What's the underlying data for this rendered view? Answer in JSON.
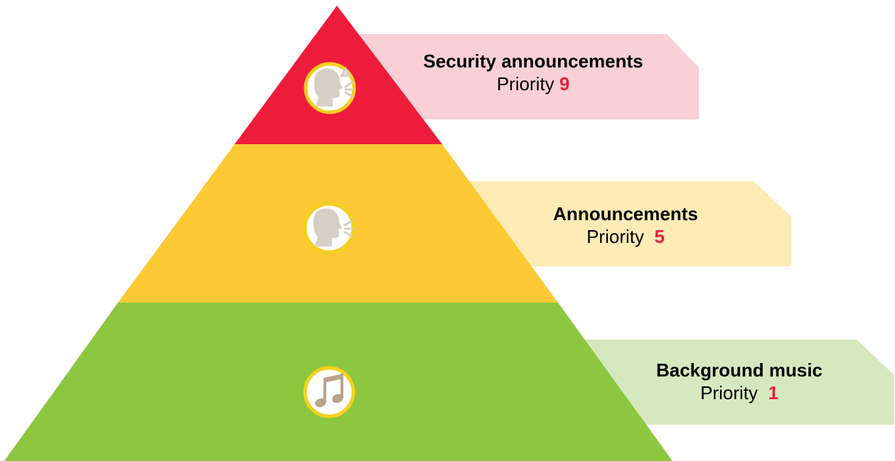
{
  "tiers": [
    {
      "title": "Security announcements",
      "priority_label": "Priority",
      "priority_value": "9",
      "icon": "speaking-head-warning-icon",
      "tier_color": "#ee1c3b",
      "tag_color": "#f8d0d6"
    },
    {
      "title": "Announcements",
      "priority_label": "Priority",
      "priority_value": "5",
      "icon": "speaking-head-icon",
      "tier_color": "#fdca35",
      "tag_color": "#feebb5"
    },
    {
      "title": "Background music",
      "priority_label": "Priority",
      "priority_value": "1",
      "icon": "music-note-icon",
      "tier_color": "#8dc63f",
      "tag_color": "#d6e9be"
    }
  ],
  "priority_color": "#e8203a",
  "icon_ring_color": "#f5d020",
  "icon_glyph_color": "#d6cfc5"
}
